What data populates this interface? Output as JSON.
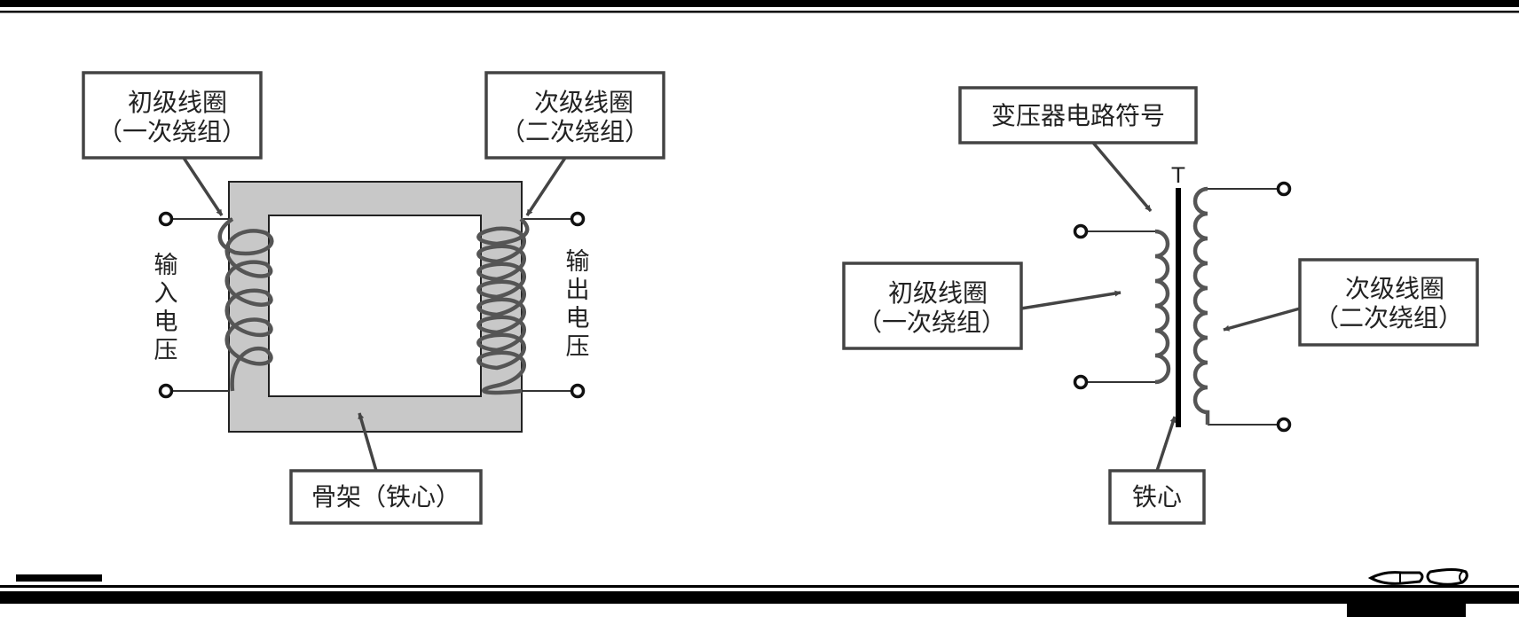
{
  "left_diagram": {
    "primary_coil": [
      "初级线圈",
      "（一次绕组）"
    ],
    "secondary_coil": [
      "次级线圈",
      "（二次绕组）"
    ],
    "input_voltage": [
      "输",
      "入",
      "电",
      "压"
    ],
    "output_voltage": [
      "输",
      "出",
      "电",
      "压"
    ],
    "core": "骨架（铁心）"
  },
  "right_diagram": {
    "symbol_title": "变压器电路符号",
    "symbol_letter": "T",
    "primary_coil": [
      "初级线圈",
      "（一次绕组）"
    ],
    "secondary_coil": [
      "次级线圈",
      "（二次绕组）"
    ],
    "core": "铁心"
  },
  "colors": {
    "core_fill": "#c8c8c8",
    "stroke": "#444444",
    "border": "#000000"
  }
}
